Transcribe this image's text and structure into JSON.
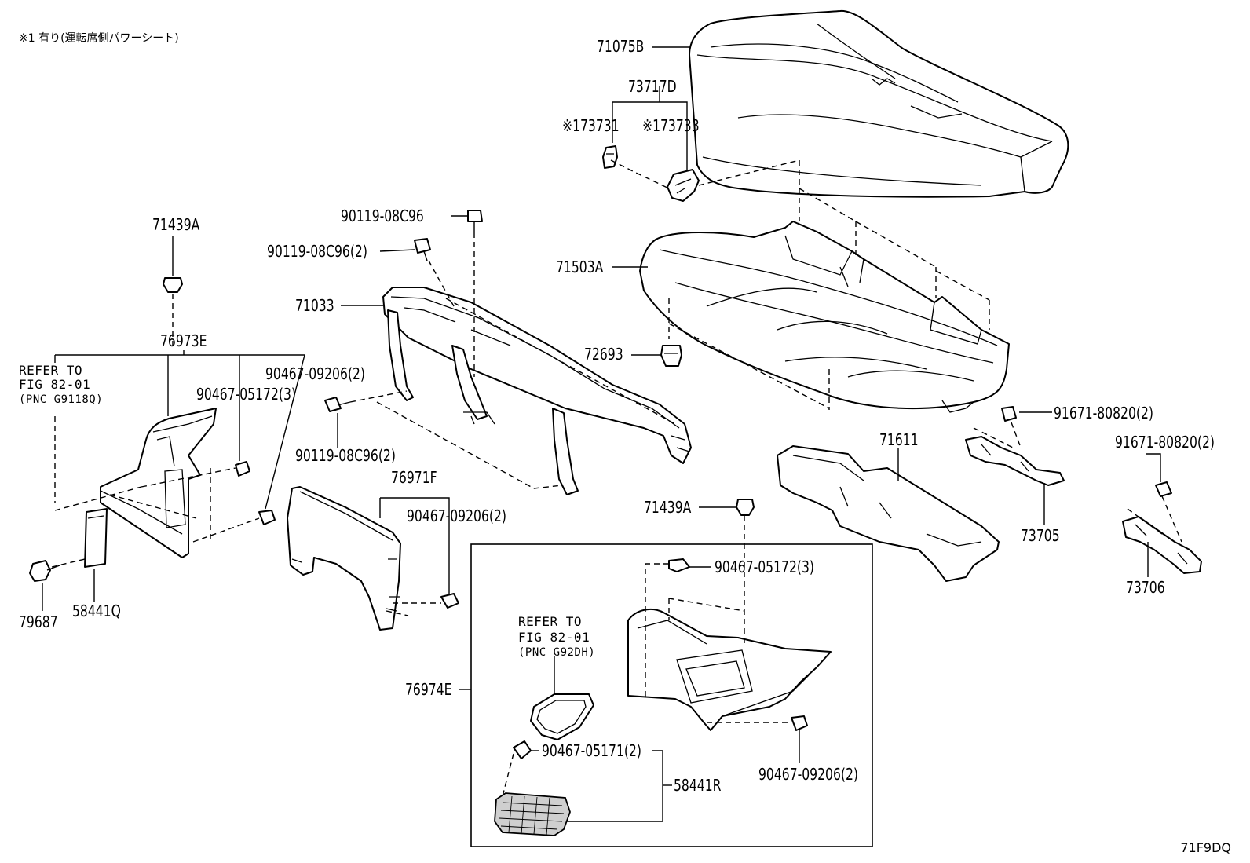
{
  "note": "※1 有り(運転席側パワーシート)",
  "diagram_code": "71F9DQ",
  "labels": {
    "p71075B": "71075B",
    "p73717D": "73717D",
    "p73731": "※173731",
    "p73733": "※173733",
    "p71503A": "71503A",
    "p72693": "72693",
    "p90119_top": "90119-08C96",
    "p90119_2a": "90119-08C96(2)",
    "p71033": "71033",
    "p71439A_left": "71439A",
    "p76973E": "76973E",
    "refer1_l1": "REFER TO",
    "refer1_l2": "FIG 82-01",
    "refer1_l3": "(PNC G9118Q)",
    "p90467_05172_3_left": "90467-05172(3)",
    "p90467_09206_2_left": "90467-09206(2)",
    "p90119_2b": "90119-08C96(2)",
    "p76971F": "76971F",
    "p90467_09206_2_mid": "90467-09206(2)",
    "p79687": "79687",
    "p58441Q": "58441Q",
    "p71611": "71611",
    "p91671_a": "91671-80820(2)",
    "p91671_b": "91671-80820(2)",
    "p73705": "73705",
    "p73706": "73706",
    "p71439A_right": "71439A",
    "p90467_05172_3_right": "90467-05172(3)",
    "refer2_l1": "REFER TO",
    "refer2_l2": "FIG 82-01",
    "refer2_l3": "(PNC G92DH)",
    "p76974E": "76974E",
    "p90467_05171_2": "90467-05171(2)",
    "p58441R": "58441R",
    "p90467_09206_2_right": "90467-09206(2)"
  }
}
